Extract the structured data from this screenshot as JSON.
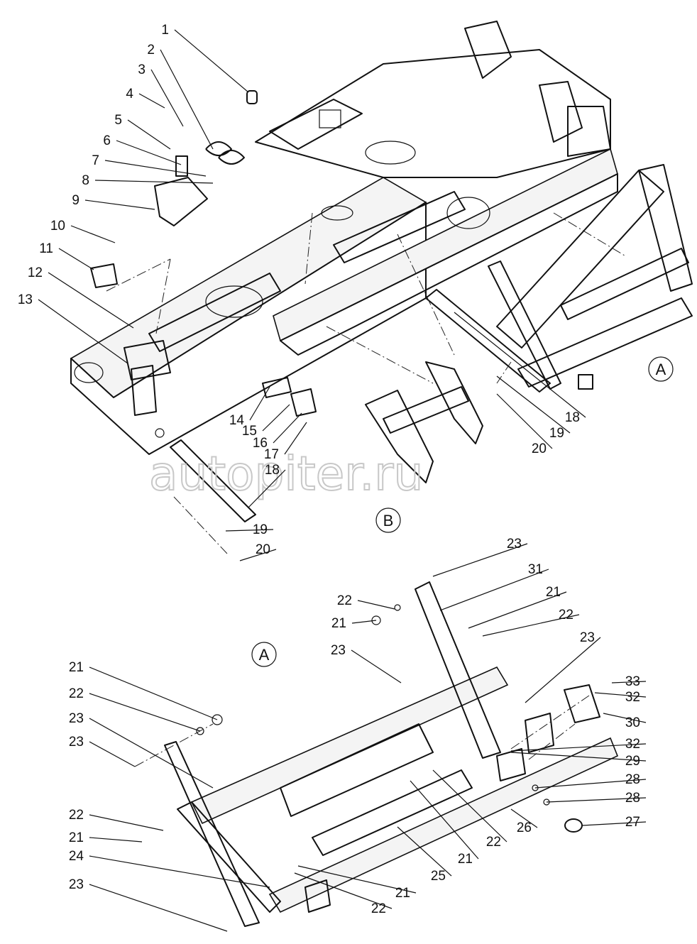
{
  "watermark": "autopiter.ru",
  "views": {
    "top_label": "B",
    "bottom_label": "A",
    "ref_on_top": "A"
  },
  "labels_top": [
    "1",
    "2",
    "3",
    "4",
    "5",
    "6",
    "7",
    "8",
    "9",
    "10",
    "11",
    "12",
    "13",
    "14",
    "15",
    "16",
    "17",
    "18",
    "18",
    "19",
    "19",
    "20",
    "20"
  ],
  "labels_bottom": [
    "23",
    "31",
    "21",
    "22",
    "22",
    "21",
    "23",
    "23",
    "33",
    "32",
    "21",
    "22",
    "30",
    "23",
    "23",
    "32",
    "29",
    "28",
    "28",
    "27",
    "22",
    "21",
    "24",
    "26",
    "22",
    "21",
    "25",
    "21",
    "22",
    "23"
  ]
}
